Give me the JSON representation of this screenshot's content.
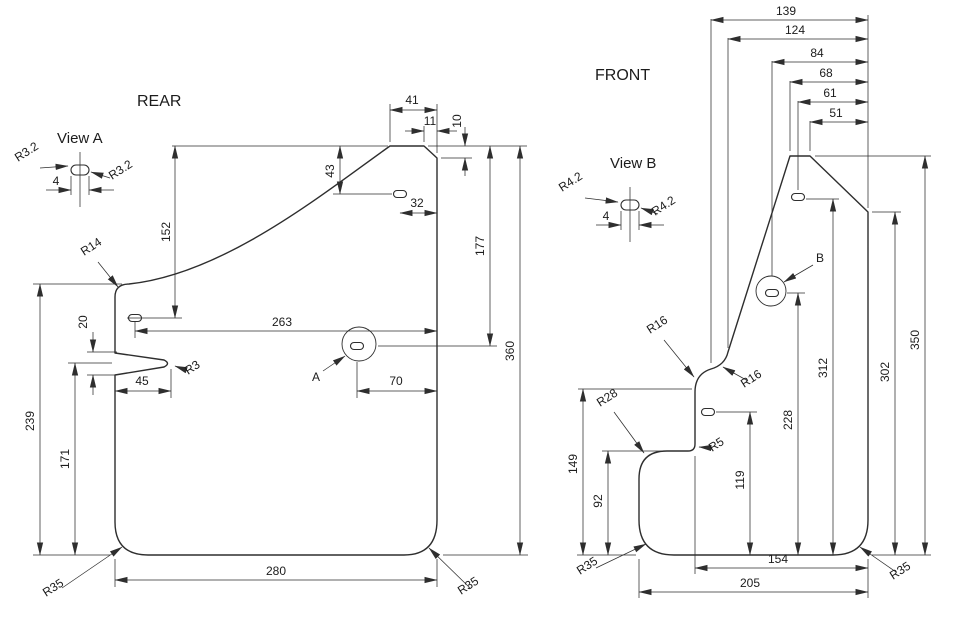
{
  "style": {
    "line_color": "#2e2e2e",
    "background": "#ffffff"
  },
  "rear": {
    "title": "REAR",
    "detail": {
      "title": "View A",
      "radius_left": "R3.2",
      "radius_right": "R3.2",
      "slot_width": "4"
    },
    "dims": {
      "d41": "41",
      "d11": "11",
      "d10": "10",
      "d43": "43",
      "d32": "32",
      "d152": "152",
      "d177": "177",
      "d360": "360",
      "d263": "263",
      "d20": "20",
      "d45": "45",
      "d70": "70",
      "d239": "239",
      "d171": "171",
      "d280": "280"
    },
    "radii": {
      "r14": "R14",
      "r3": "R3",
      "r35_left": "R35",
      "r35_right": "R35"
    },
    "labels": {
      "a": "A"
    }
  },
  "front": {
    "title": "FRONT",
    "detail": {
      "title": "View B",
      "radius_left": "R4.2",
      "radius_right": "R4.2",
      "slot_width": "4"
    },
    "dims": {
      "d139": "139",
      "d124": "124",
      "d84": "84",
      "d68": "68",
      "d61": "61",
      "d51": "51",
      "d350": "350",
      "d302": "302",
      "d312": "312",
      "d228": "228",
      "d119": "119",
      "d149": "149",
      "d92": "92",
      "d154": "154",
      "d205": "205"
    },
    "radii": {
      "r16_upper": "R16",
      "r16_lower": "R16",
      "r28": "R28",
      "r5": "R5",
      "r35_left": "R35",
      "r35_right": "R35"
    },
    "labels": {
      "b": "B"
    }
  }
}
